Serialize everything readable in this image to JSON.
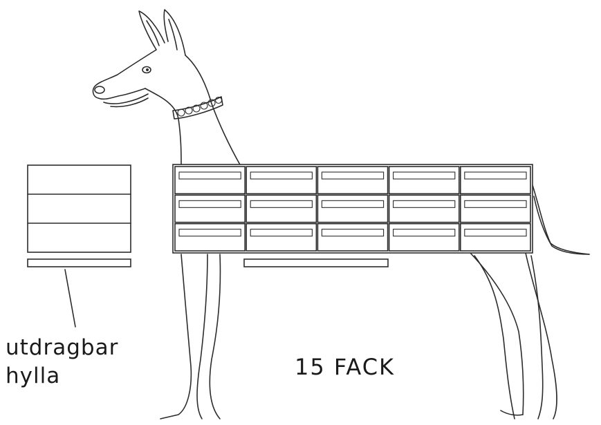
{
  "labels": {
    "shelf_label_line1": "utdragbar",
    "shelf_label_line2": "hylla",
    "compartment_count": "15 FACK"
  },
  "cabinet": {
    "rows": 3,
    "columns": 5
  },
  "side_unit": {
    "sections": 3
  },
  "colors": {
    "stroke": "#2b2b2b",
    "background": "#ffffff"
  }
}
